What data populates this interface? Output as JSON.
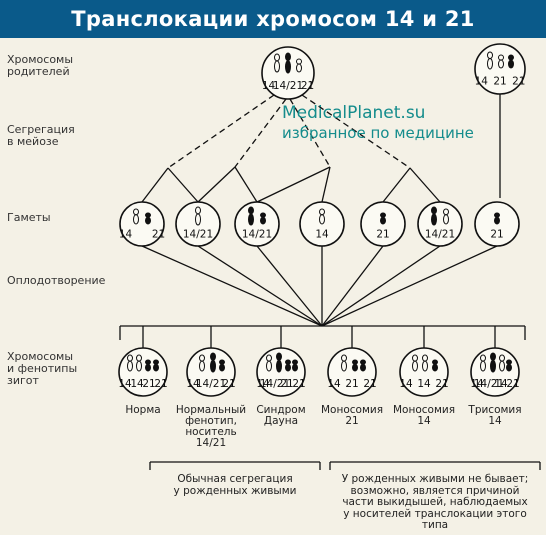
{
  "title": "Транслокации хромосом 14 и 21",
  "side_labels": {
    "parents": [
      "Хромосомы",
      "родителей"
    ],
    "segregation": [
      "Сегрегация",
      "в мейозе"
    ],
    "gametes": [
      "Гаметы"
    ],
    "fertilization": [
      "Оплодотворение"
    ],
    "zygotes": [
      "Хромосомы",
      "и фенотипы",
      "зигот"
    ]
  },
  "watermark": {
    "site": "MedicalPlanet.su",
    "tagline": "избранное по медицине"
  },
  "parents": {
    "carrier_labels": [
      "14",
      "14/21",
      "21"
    ],
    "normal_labels": [
      "14",
      "21",
      "21"
    ]
  },
  "gametes": [
    {
      "labels": [
        "14",
        "21"
      ]
    },
    {
      "labels": [
        "14/21"
      ]
    },
    {
      "labels": [
        "14/21"
      ]
    },
    {
      "labels": [
        "14"
      ]
    },
    {
      "labels": [
        "21"
      ]
    },
    {
      "labels": [
        "14/21"
      ]
    },
    {
      "labels": [
        "21"
      ]
    }
  ],
  "zygotes": [
    {
      "labels": [
        "14",
        "14",
        "21",
        "21"
      ],
      "caption": [
        "Норма"
      ]
    },
    {
      "labels": [
        "14",
        "14/21",
        "21"
      ],
      "caption": [
        "Нормальный",
        "фенотип,",
        "носитель",
        "14/21"
      ]
    },
    {
      "labels": [
        "14",
        "14/21",
        "21",
        "21"
      ],
      "caption": [
        "Синдром",
        "Дауна"
      ]
    },
    {
      "labels": [
        "14",
        "21",
        "21"
      ],
      "caption": [
        "Моносомия",
        "21"
      ]
    },
    {
      "labels": [
        "14",
        "14",
        "21"
      ],
      "caption": [
        "Моносомия",
        "14"
      ]
    },
    {
      "labels": [
        "14",
        "14/21",
        "14",
        "21"
      ],
      "caption": [
        "Трисомия",
        "14"
      ]
    }
  ],
  "notes": {
    "left": [
      "Обычная сегрегация",
      "у рожденных живыми"
    ],
    "right": [
      "У рожденных живыми не бывает;",
      "возможно, является причиной",
      "части выкидышей, наблюдаемых",
      "у носителей транслокации этого",
      "типа"
    ]
  }
}
